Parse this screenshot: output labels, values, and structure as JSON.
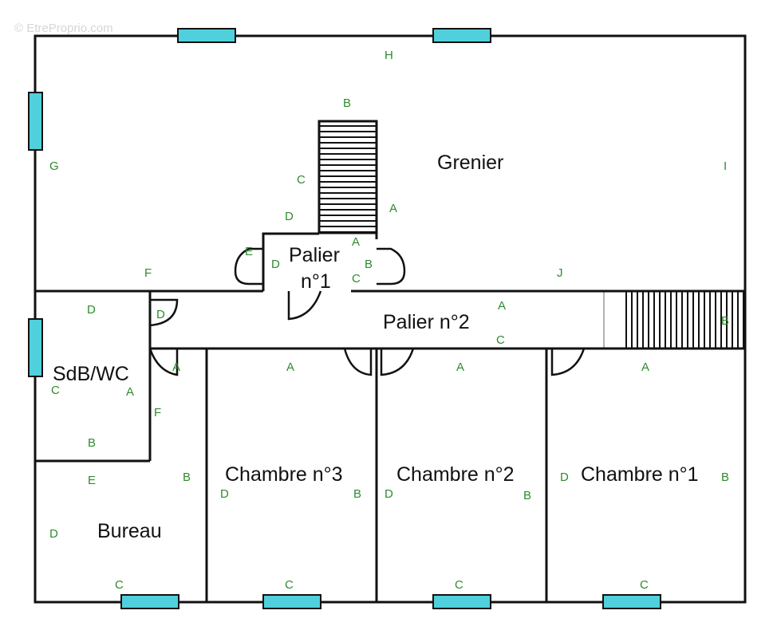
{
  "watermark": "© EtreProprio.com",
  "colors": {
    "wall": "#111111",
    "window": "#4fd0dc",
    "label": "#2e8b2e",
    "text": "#111111"
  },
  "rooms": {
    "grenier": "Grenier",
    "palier1_line1": "Palier",
    "palier1_line2": "n°1",
    "palier2": "Palier n°2",
    "sdb": "SdB/WC",
    "bureau": "Bureau",
    "chambre3": "Chambre n°3",
    "chambre2": "Chambre n°2",
    "chambre1": "Chambre n°1"
  },
  "wall_labels": {
    "grenier": {
      "h": "H",
      "b": "B",
      "g": "G",
      "i": "I",
      "c": "C",
      "a": "A",
      "d": "D",
      "j": "J",
      "f": "F"
    },
    "palier1": {
      "e": "E",
      "d": "D",
      "a": "A",
      "b": "B",
      "c": "C"
    },
    "sdb": {
      "d_top": "D",
      "d_door": "D",
      "c": "C",
      "a": "A",
      "a_door": "A",
      "b": "B",
      "f": "F"
    },
    "palier2": {
      "a": "A",
      "c": "C",
      "b": "B"
    },
    "bureau": {
      "e": "E",
      "d": "D",
      "b": "B",
      "c": "C"
    },
    "chambre3": {
      "a": "A",
      "d": "D",
      "b": "B",
      "c": "C"
    },
    "chambre2": {
      "a": "A",
      "d": "D",
      "b": "B",
      "c": "C"
    },
    "chambre1": {
      "a": "A",
      "d": "D",
      "b": "B",
      "c": "C"
    }
  }
}
